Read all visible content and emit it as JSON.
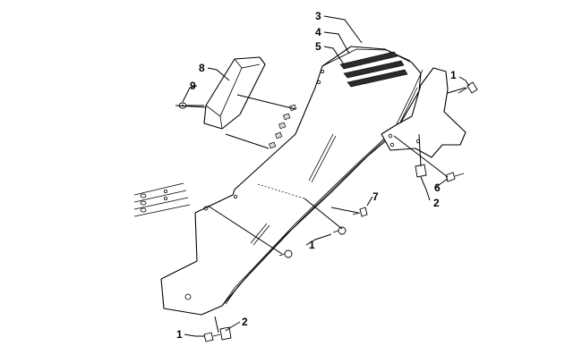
{
  "callouts": {
    "c1_right": "1",
    "c1_mid": "1",
    "c1_bottom": "1",
    "c2_right": "2",
    "c2_bottom": "2",
    "c3": "3",
    "c4": "4",
    "c5": "5",
    "c6": "6",
    "c7": "7",
    "c8": "8",
    "c9": "9"
  },
  "parts": [
    {
      "ref": "1",
      "icon": "push-rivet-icon"
    },
    {
      "ref": "2",
      "icon": "speed-nut-icon"
    },
    {
      "ref": "3",
      "icon": "reflector-strip-icon"
    },
    {
      "ref": "4",
      "icon": "reflector-strip-icon"
    },
    {
      "ref": "5",
      "icon": "reflector-strip-icon"
    },
    {
      "ref": "6",
      "icon": "screw-icon"
    },
    {
      "ref": "7",
      "icon": "screw-icon"
    },
    {
      "ref": "8",
      "icon": "flap-block-icon"
    },
    {
      "ref": "9",
      "icon": "washer-icon"
    }
  ]
}
